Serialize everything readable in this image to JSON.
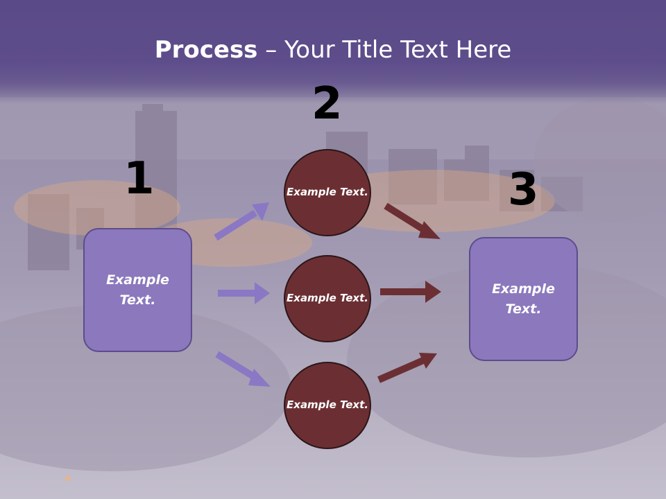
{
  "title": {
    "bold": "Process",
    "rest": " – Your Title Text Here"
  },
  "steps": {
    "num1": "1",
    "num2": "2",
    "num3": "3"
  },
  "left_box": {
    "text": "Example Text."
  },
  "right_box": {
    "text": "Example Text."
  },
  "circles": [
    {
      "text": "Example Text."
    },
    {
      "text": "Example Text."
    },
    {
      "text": "Example Text."
    }
  ],
  "colors": {
    "purple_box": "#8b78bd",
    "circle_fill": "#6b2f33",
    "purple_arrow": "#8a78c4",
    "red_arrow": "#6b2f33",
    "title_bar": "#5e4d8b"
  }
}
